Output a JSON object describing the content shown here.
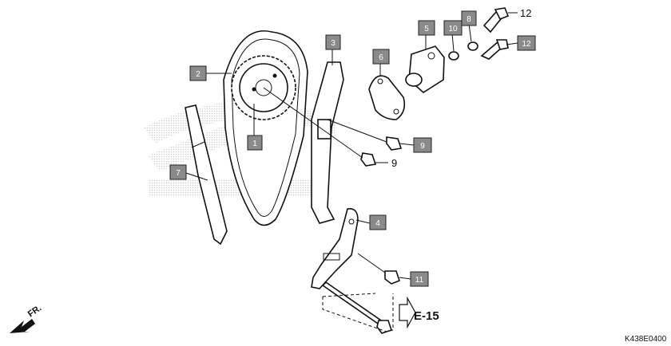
{
  "diagram": {
    "callouts": [
      {
        "id": "c1",
        "label": "1"
      },
      {
        "id": "c2",
        "label": "2"
      },
      {
        "id": "c3",
        "label": "3"
      },
      {
        "id": "c4",
        "label": "4"
      },
      {
        "id": "c5",
        "label": "5"
      },
      {
        "id": "c6",
        "label": "6"
      },
      {
        "id": "c7",
        "label": "7"
      },
      {
        "id": "c8",
        "label": "8"
      },
      {
        "id": "c9",
        "label": "9"
      },
      {
        "id": "c10",
        "label": "10"
      },
      {
        "id": "c11",
        "label": "11"
      },
      {
        "id": "c12",
        "label": "12"
      }
    ],
    "plain_labels": {
      "nine": "9",
      "twelve": "12"
    },
    "reference": "E-15",
    "direction": "FR.",
    "code": "K438E0400",
    "colors": {
      "callout_box": "#8a8a8a",
      "line": "#111111",
      "watermark": "#c8c8c8"
    }
  }
}
